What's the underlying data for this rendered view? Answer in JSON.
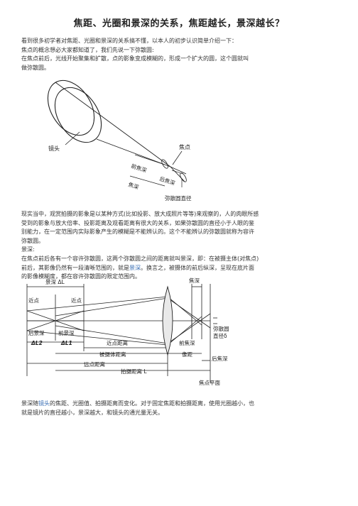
{
  "title": "焦距、光圈和景深的关系，焦距越长，景深越长？",
  "intro": {
    "line1": "看到很多初学者对焦距、光圈和景深的关系搞不懂，以本人的初步认识简单介绍一下：",
    "line2": "焦点的概念想必大家都知道了，我们先说一下弥散圆:",
    "line3": "在焦点前后，光线开始聚集和扩散，点的影象变成模糊的，形成一个扩大的圆，这个圆就叫",
    "line4": "做弥散圆。"
  },
  "figure1": {
    "lens_label": "镜头",
    "focus_label": "焦点",
    "front_focus_label": "前焦深",
    "rear_focus_label": "后焦深",
    "focus_depth_label": "焦深",
    "coc_label": "弥散圆直径"
  },
  "para2": {
    "line1": "现实当中，观赏拍摄的影象是以某种方式(比如投影、放大成照片等等)来观察的，人的肉眼所感",
    "line2": "受到的影象与放大倍率、投影距离及观看距离有很大的关系，如果弥散圆的直径小于人眼的鉴",
    "line3": "别能力，在一定范围内实际影象产生的模糊是不能辨认的。这个不能辨认的弥散圆就称为容许",
    "line4": "弥散圆。",
    "line5": "景深:",
    "line6": "在焦点前后各有一个容许弥散圆，这两个弥散圆之间的距离就叫景深，即：在被摄主体(对焦点)",
    "line7_a": "前后，其影像仍然有一段清晰范围的，就是",
    "line7_link": "景深",
    "line7_b": "。换言之，被摄体的前后纵深，呈现在底片面",
    "line8": "的影像模糊度，都在容许弥散圆的限定范围内。"
  },
  "figure2": {
    "dof_label": "景深 ΔL",
    "focus_depth_label": "焦深",
    "near_label": "近点",
    "far_label": "近点",
    "rear_dof_label": "后景深",
    "rear_dof_symbol": "ΔL2",
    "front_dof_label": "前景深",
    "front_dof_symbol": "ΔL1",
    "near_distance_label": "近点距离",
    "front_focus_label": "前焦深",
    "coc_label_1": "弥散圆",
    "coc_label_2": "直径δ",
    "subject_distance_label": "被摄体距离",
    "image_distance_label": "像距",
    "rear_focus_label": "后焦深",
    "near_point_distance_label": "远点距离",
    "shooting_distance_label": "拍摄距离 L",
    "focal_plane_label": "焦点平面"
  },
  "conclusion": {
    "line1_a": "景深随",
    "line1_link": "镜头",
    "line1_b": "的焦距、光圈值、拍摄距离而变化。对于固定焦距和拍摄距离，使用光圈越小，也",
    "line2": "就是镜片的直径越小，景深越大，和镜头的通光量无关。"
  }
}
